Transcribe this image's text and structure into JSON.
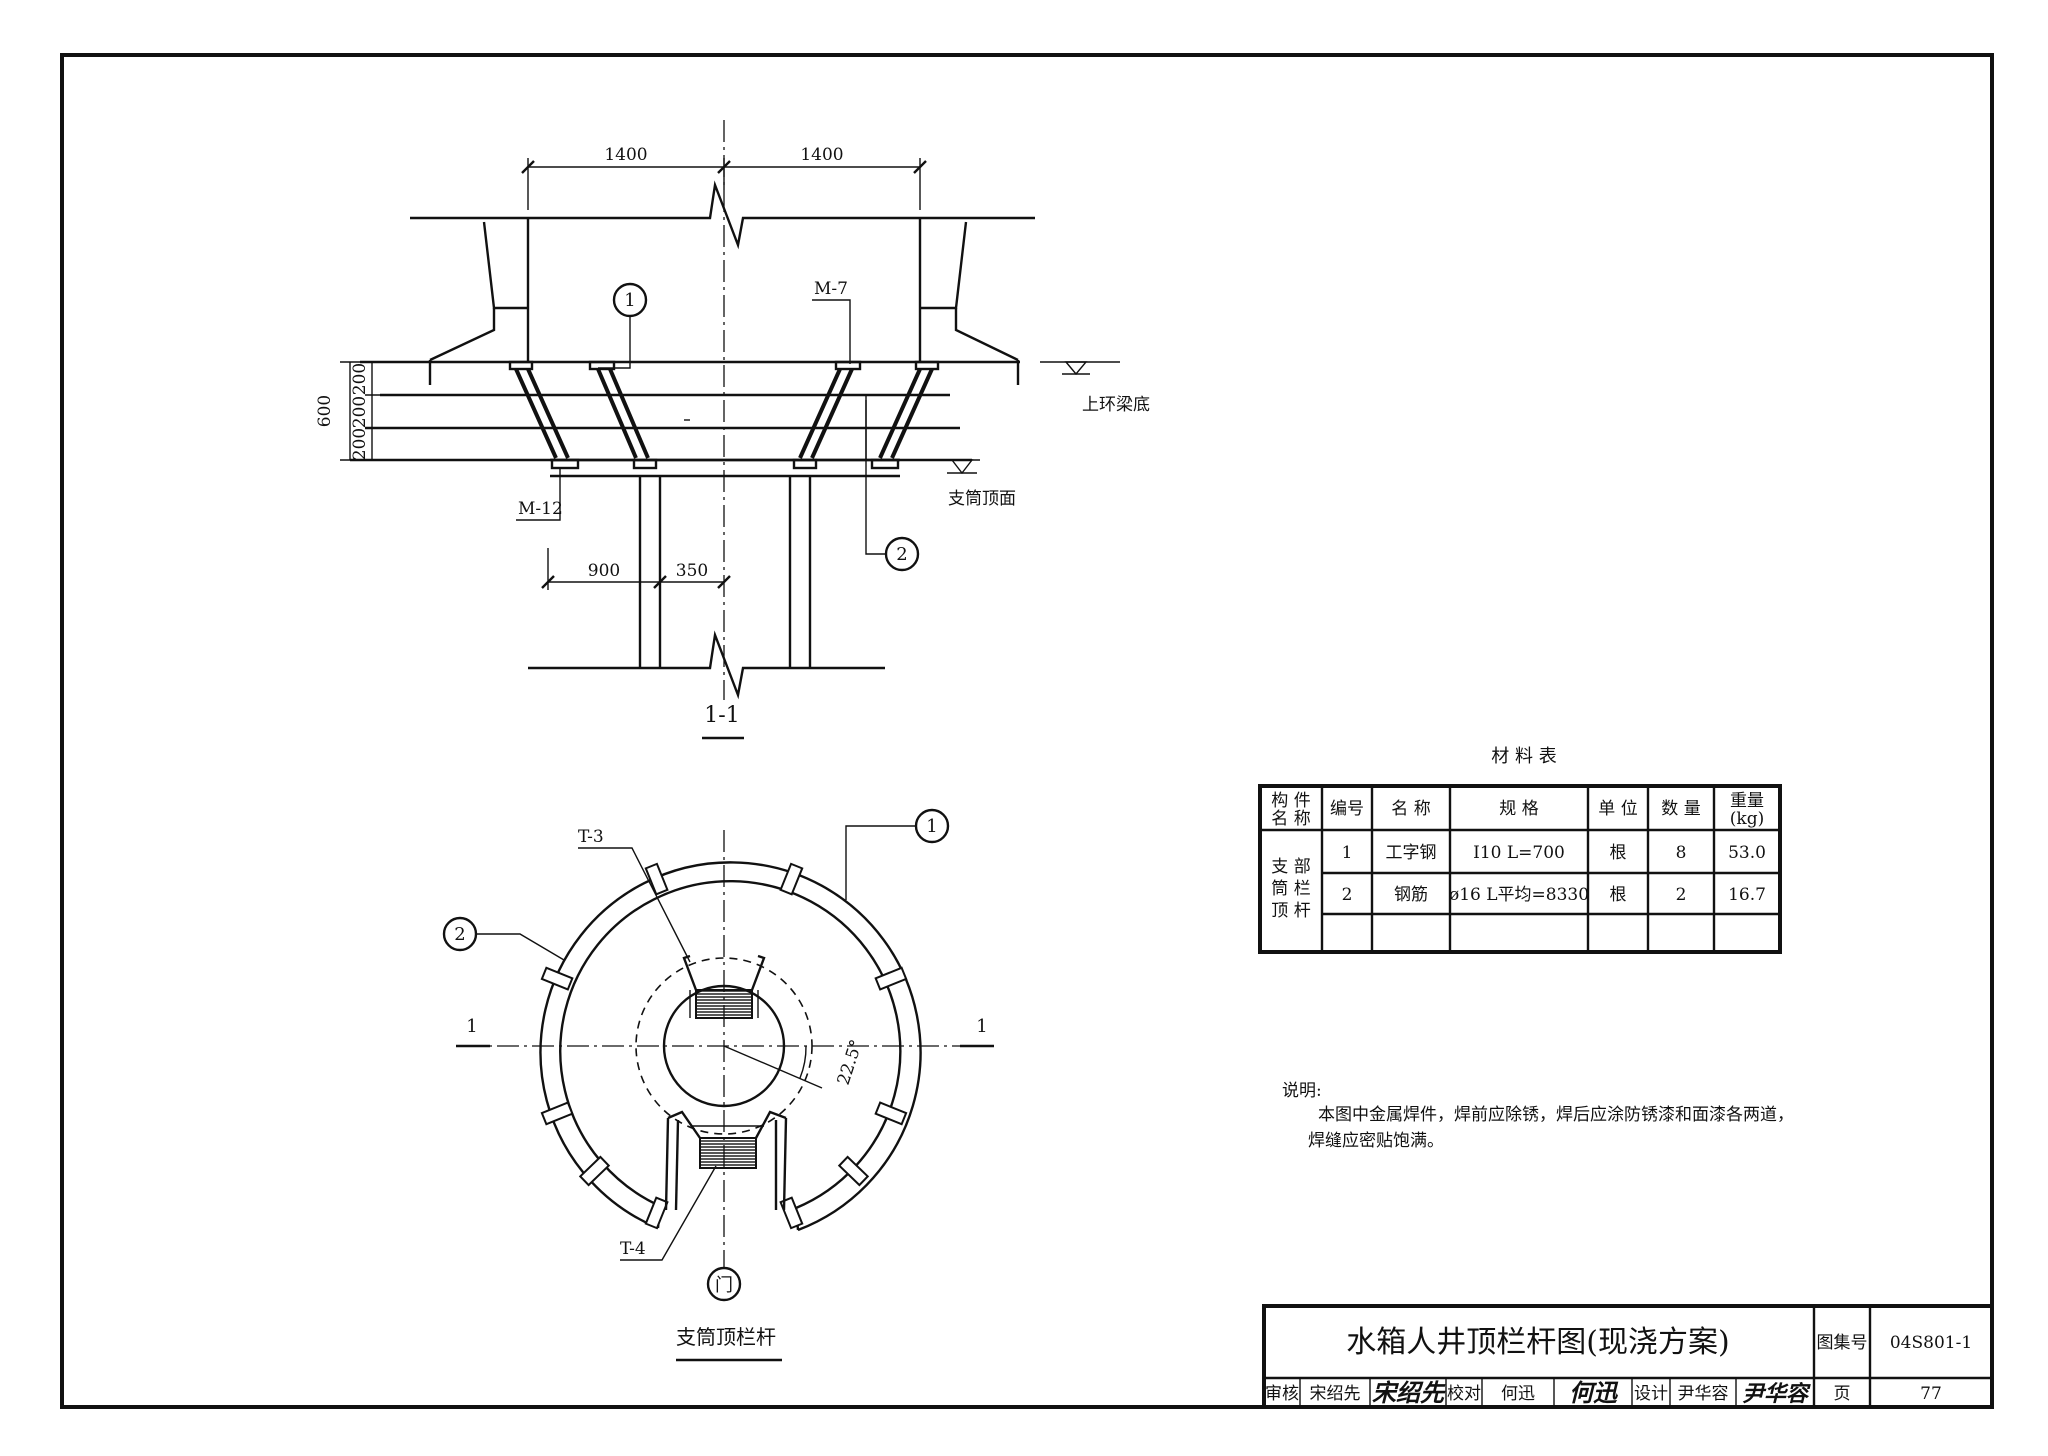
{
  "section": {
    "dim_left": "1400",
    "dim_right": "1400",
    "dim_base_left": "900",
    "dim_base_right": "350",
    "v_total": "600",
    "v_1": "200",
    "v_2": "200",
    "v_3": "200",
    "callout_1": "1",
    "callout_2": "2",
    "tag_m7": "M-7",
    "tag_m12": "M-12",
    "level_top": "上环梁底",
    "level_bottom": "支筒顶面",
    "title": "1-1"
  },
  "plan": {
    "callout_1": "1",
    "callout_2": "2",
    "tag_t3": "T-3",
    "tag_t4": "T-4",
    "angle": "22.5°",
    "cut_left": "1",
    "cut_right": "1",
    "door": "门",
    "title": "支筒顶栏杆"
  },
  "materials": {
    "title": "材 料 表",
    "headers": {
      "component": [
        "构 件",
        "名 称"
      ],
      "no": "编号",
      "name": "名 称",
      "spec": "规 格",
      "unit": "单 位",
      "qty": "数 量",
      "weight": [
        "重量",
        "(kg)"
      ]
    },
    "component_lines": [
      "支 部",
      "筒 栏",
      "顶 杆"
    ],
    "rows": [
      {
        "no": "1",
        "name": "工字钢",
        "spec": "I10  L=700",
        "unit": "根",
        "qty": "8",
        "weight": "53.0"
      },
      {
        "no": "2",
        "name": "钢筋",
        "spec": "ø16  L平均=8330",
        "unit": "根",
        "qty": "2",
        "weight": "16.7"
      }
    ]
  },
  "notes": {
    "heading": "说明:",
    "line1": "本图中金属焊件，焊前应除锈，焊后应涂防锈漆和面漆各两道，",
    "line2": "焊缝应密贴饱满。"
  },
  "title_block": {
    "title": "水箱人井顶栏杆图(现浇方案)",
    "atlas_label": "图集号",
    "atlas_no": "04S801-1",
    "review_label": "审核",
    "reviewer": "宋绍先",
    "reviewer_sig": "宋绍先",
    "check_label": "校对",
    "checker": "何迅",
    "checker_sig": "何迅",
    "design_label": "设计",
    "designer": "尹华容",
    "designer_sig": "尹华容",
    "page_label": "页",
    "page_no": "77"
  }
}
